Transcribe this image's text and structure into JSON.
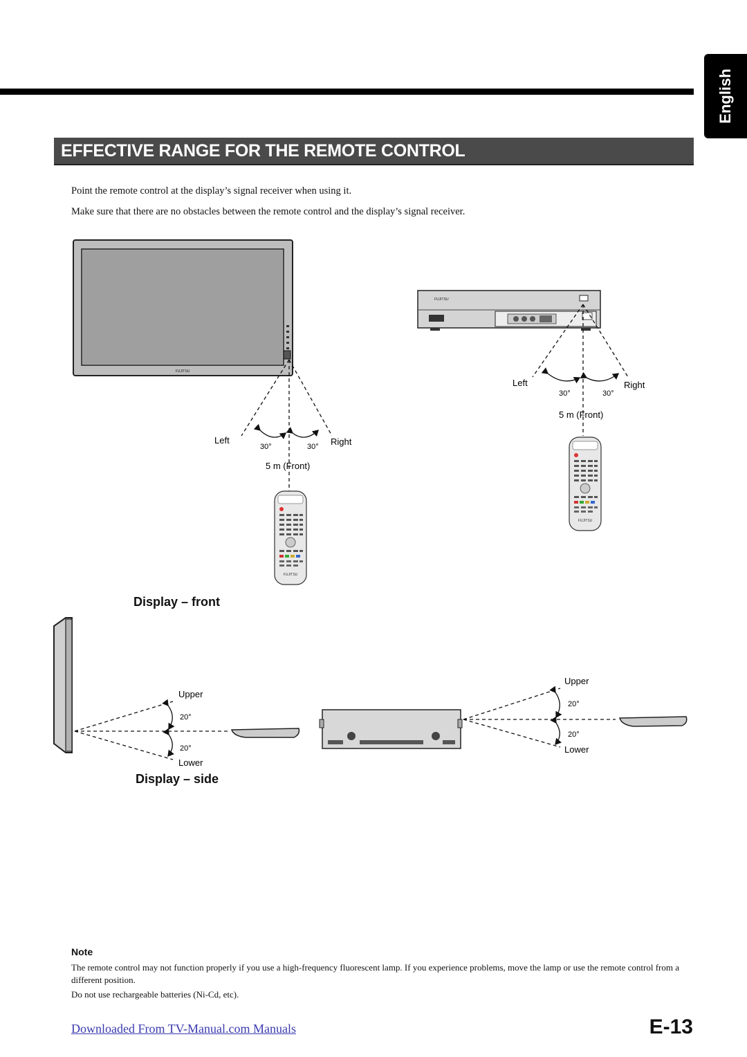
{
  "language_tab": "English",
  "title": "EFFECTIVE RANGE FOR THE REMOTE CONTROL",
  "intro": [
    "Point the remote control at the display’s signal receiver when using it.",
    "Make sure that there are no obstacles between the remote control and the display’s signal receiver."
  ],
  "diagram_front": {
    "left": "Left",
    "right": "Right",
    "left_angle": "30°",
    "right_angle": "30°",
    "distance": "5 m (Front)"
  },
  "diagram_side": {
    "upper": "Upper",
    "lower": "Lower",
    "upper_angle": "20°",
    "lower_angle": "20°"
  },
  "captions": {
    "front": "Display – front",
    "side": "Display – side"
  },
  "note": {
    "heading": "Note",
    "lines": [
      "The remote control may not function properly if you use a high-frequency fluorescent lamp.  If you experience problems, move the lamp or use the remote control from a different position.",
      "Do not use rechargeable batteries (Ni-Cd, etc)."
    ]
  },
  "footer": {
    "link": "Downloaded From TV-Manual.com Manuals",
    "page": "E-13"
  }
}
